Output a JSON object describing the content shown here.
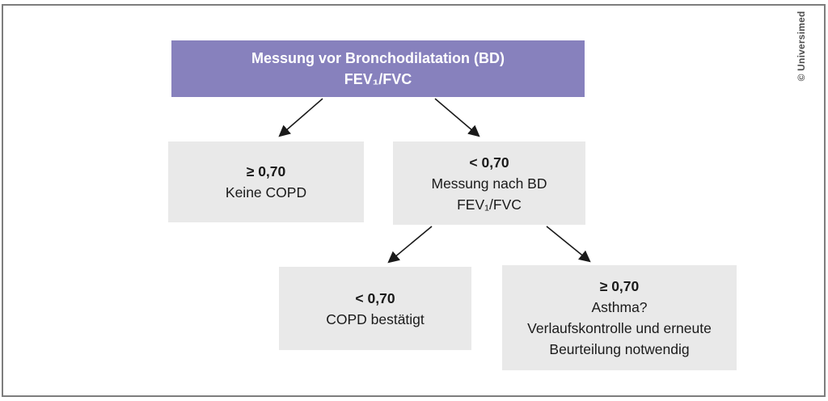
{
  "frame": {
    "credit": "© Universimed"
  },
  "colors": {
    "header_bg": "#8781bd",
    "node_bg": "#e9e9e9",
    "border": "#7d7d7d",
    "text": "#1a1a1a",
    "header_text": "#ffffff",
    "credit_text": "#4d4d4d",
    "arrow": "#1a1a1a"
  },
  "flowchart": {
    "root": {
      "line1": "Messung vor Bronchodilatation (BD)",
      "line2": "FEV₁/FVC"
    },
    "no_copd": {
      "value": "≥ 0,70",
      "line1": "Keine COPD"
    },
    "after_bd": {
      "value": "< 0,70",
      "line1": "Messung nach BD",
      "line2": "FEV₁/FVC"
    },
    "copd_confirmed": {
      "value": "< 0,70",
      "line1": "COPD bestätigt"
    },
    "asthma": {
      "value": "≥ 0,70",
      "line1": "Asthma?",
      "line2": "Verlaufskontrolle und erneute",
      "line3": "Beurteilung notwendig"
    }
  }
}
